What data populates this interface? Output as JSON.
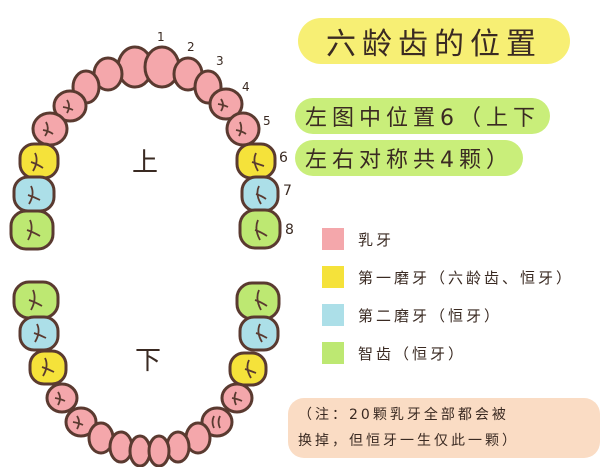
{
  "title": "六龄齿的位置",
  "info": {
    "line1": "左图中位置6（上下",
    "line2": "左右对称共4颗）"
  },
  "jaw_labels": {
    "upper": "上",
    "lower": "下"
  },
  "tooth_numbers": [
    "1",
    "2",
    "3",
    "4",
    "5",
    "6",
    "7",
    "8"
  ],
  "legend": [
    {
      "label": "乳牙",
      "color": "#f4a7ab"
    },
    {
      "label": "第一磨牙（六龄齿、恒牙）",
      "color": "#f5e23a"
    },
    {
      "label": "第二磨牙（恒牙）",
      "color": "#acdfe8"
    },
    {
      "label": "智齿（恒牙）",
      "color": "#bde872"
    }
  ],
  "note": {
    "line1": "（注：20颗乳牙全部都会被",
    "line2": "换掉，但恒牙一生仅此一颗）"
  },
  "colors": {
    "primary_tooth": "#f4a7ab",
    "first_molar": "#f5e23a",
    "second_molar": "#acdfe8",
    "wisdom_tooth": "#bde872",
    "outline": "#6b3a33",
    "title_bg": "#f7ef74",
    "info_bg": "#c9ee7a",
    "note_bg": "#fadcc4"
  }
}
